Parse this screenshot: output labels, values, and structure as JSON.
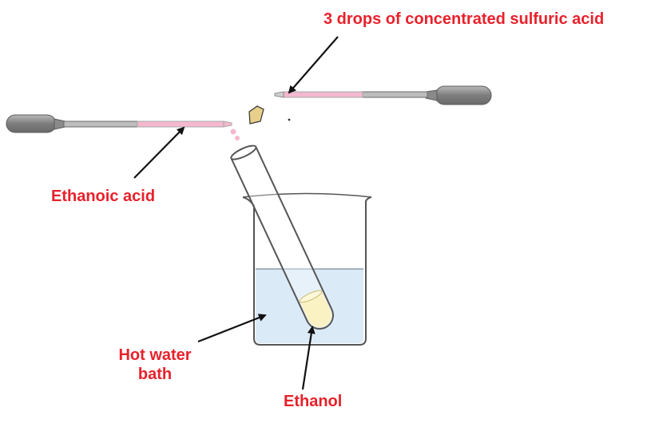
{
  "labels": {
    "sulfuric_acid": "3 drops of concentrated sulfuric acid",
    "ethanoic_acid": "Ethanoic acid",
    "hot_water_bath_line1": "Hot water",
    "hot_water_bath_line2": "bath",
    "ethanol": "Ethanol"
  },
  "colors": {
    "label_text": "#e8212b",
    "water": "#dbeaf7",
    "ethanol_liquid": "#fbf2c4",
    "acid_liquid": "#f4b8cf",
    "pipette_bulb": "#8a8a8a",
    "glass_outline": "#555555",
    "arrow": "#111111",
    "drop": "#e8d08a"
  }
}
